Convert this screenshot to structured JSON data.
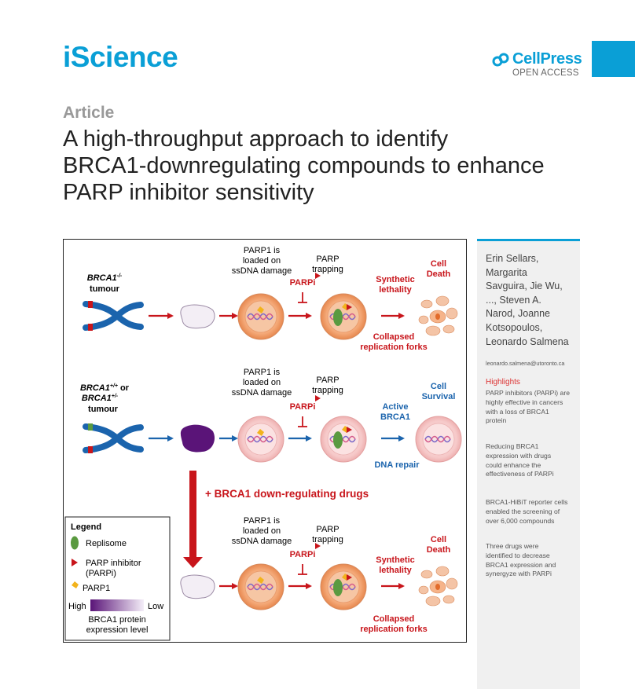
{
  "header": {
    "journal": "iScience",
    "publisher": "CellPress",
    "access": "OPEN ACCESS"
  },
  "article": {
    "label": "Article",
    "title_lines": [
      "A high-throughput approach to identify",
      "BRCA1-downregulating compounds to enhance",
      "PARP inhibitor sensitivity"
    ]
  },
  "sidebar": {
    "authors_lines": [
      "Erin Sellars,",
      "Margarita",
      "Savguira, Jie Wu,",
      "..., Steven A.",
      "Narod, Joanne",
      "Kotsopoulos,",
      "Leonardo Salmena"
    ],
    "email": "leonardo.salmena@utoronto.ca",
    "highlights_title": "Highlights",
    "highlights": [
      [
        "PARP inhibitors (PARPi) are",
        "highly effective in cancers",
        "with a loss of BRCA1",
        "protein"
      ],
      [
        "Reducing BRCA1",
        "expression with drugs",
        "could enhance the",
        "effectiveness of PARPi"
      ],
      [
        "BRCA1-HiBiT reporter cells",
        "enabled the screening of",
        "over 6,000 compounds"
      ],
      [
        "Three drugs were",
        "identified to decrease",
        "BRCA1 expression and",
        "synergyze with PARPi"
      ]
    ]
  },
  "graphical_abstract": {
    "colors": {
      "red": "#c8151b",
      "blue": "#1b64ad",
      "purple": "#5a1478",
      "green": "#5a9a40",
      "yellow": "#f2b31c"
    },
    "panel1": {
      "sample": [
        "BRCA1",
        "-/-",
        "tumour"
      ],
      "loaded": [
        "PARP1 is",
        "loaded on",
        "ssDNA damage"
      ],
      "trapping": [
        "PARP",
        "trapping"
      ],
      "parpi": "PARPi",
      "lethal": [
        "Synthetic",
        "lethality"
      ],
      "outcome": [
        "Cell",
        "Death"
      ],
      "forks": [
        "Collapsed",
        "replication forks"
      ]
    },
    "panel2": {
      "sample": [
        "BRCA1",
        "+/+",
        " or",
        "BRCA1",
        "+/-",
        "tumour"
      ],
      "loaded": [
        "PARP1 is",
        "loaded on",
        "ssDNA damage"
      ],
      "trapping": [
        "PARP",
        "trapping"
      ],
      "parpi": "PARPi",
      "active": [
        "Active",
        "BRCA1"
      ],
      "outcome": [
        "Cell",
        "Survival"
      ],
      "repair": "DNA repair"
    },
    "drugs_label": "+ BRCA1 down-regulating drugs",
    "panel3": {
      "loaded": [
        "PARP1 is",
        "loaded on",
        "ssDNA damage"
      ],
      "trapping": [
        "PARP",
        "trapping"
      ],
      "parpi": "PARPi",
      "lethal": [
        "Synthetic",
        "lethality"
      ],
      "outcome": [
        "Cell",
        "Death"
      ],
      "forks": [
        "Collapsed",
        "replication forks"
      ]
    },
    "legend": {
      "title": "Legend",
      "replisome": "Replisome",
      "inhibitor": [
        "PARP inhibitor",
        "(PARPi)"
      ],
      "parp1": "PARP1",
      "high": "High",
      "low": "Low",
      "expression": [
        "BRCA1 protein",
        "expression level"
      ]
    }
  }
}
